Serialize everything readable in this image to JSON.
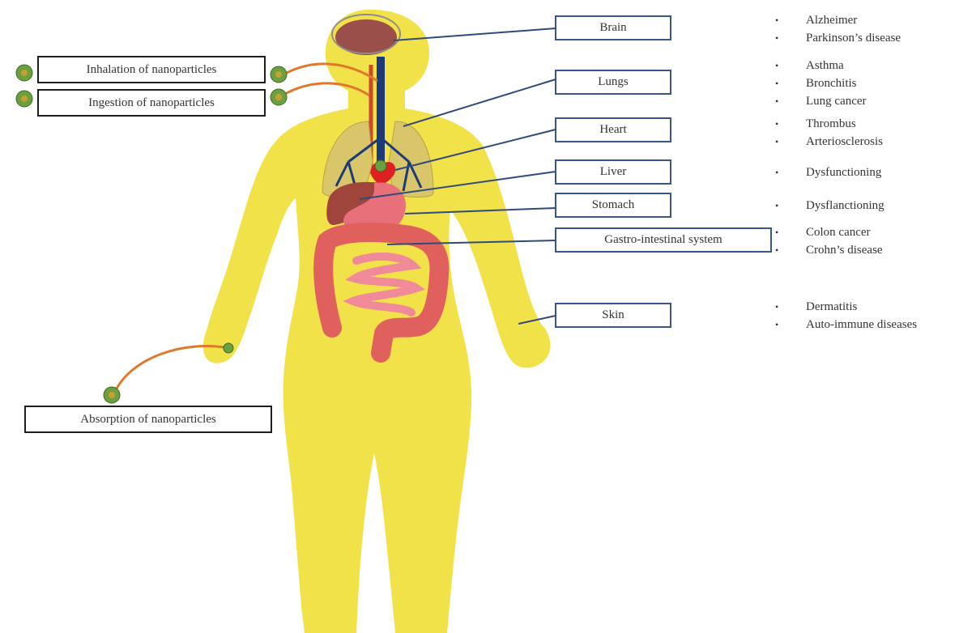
{
  "routes": {
    "inhalation": "Inhalation of nanoparticles",
    "ingestion": "Ingestion of nanoparticles",
    "absorption": "Absorption of nanoparticles"
  },
  "organs": [
    {
      "id": "brain",
      "label": "Brain",
      "diseases": [
        "Alzheimer",
        "Parkinson’s disease"
      ]
    },
    {
      "id": "lungs",
      "label": "Lungs",
      "diseases": [
        "Asthma",
        "Bronchitis",
        "Lung cancer"
      ]
    },
    {
      "id": "heart",
      "label": "Heart",
      "diseases": [
        "Thrombus",
        "Arteriosclerosis"
      ]
    },
    {
      "id": "liver",
      "label": "Liver",
      "diseases": [
        "Dysfunctioning"
      ]
    },
    {
      "id": "stomach",
      "label": "Stomach",
      "diseases": [
        "Dysflanctioning"
      ]
    },
    {
      "id": "gi",
      "label": "Gastro-intestinal system",
      "diseases": [
        "Colon cancer",
        "Crohn’s disease"
      ]
    },
    {
      "id": "skin",
      "label": "Skin",
      "diseases": [
        "Dermatitis",
        "Auto-immune diseases"
      ]
    }
  ],
  "colors": {
    "body": "#f2e24a",
    "connector": "#2f4a7c",
    "route_arrow": "#e0782a",
    "brain": "#9b4f4a",
    "lungs": "#d9c56a",
    "heart": "#e02020",
    "liver": "#a0453c",
    "stomach": "#e8707a",
    "intestine": "#e0605e",
    "nanoparticle": "#6aa040"
  }
}
